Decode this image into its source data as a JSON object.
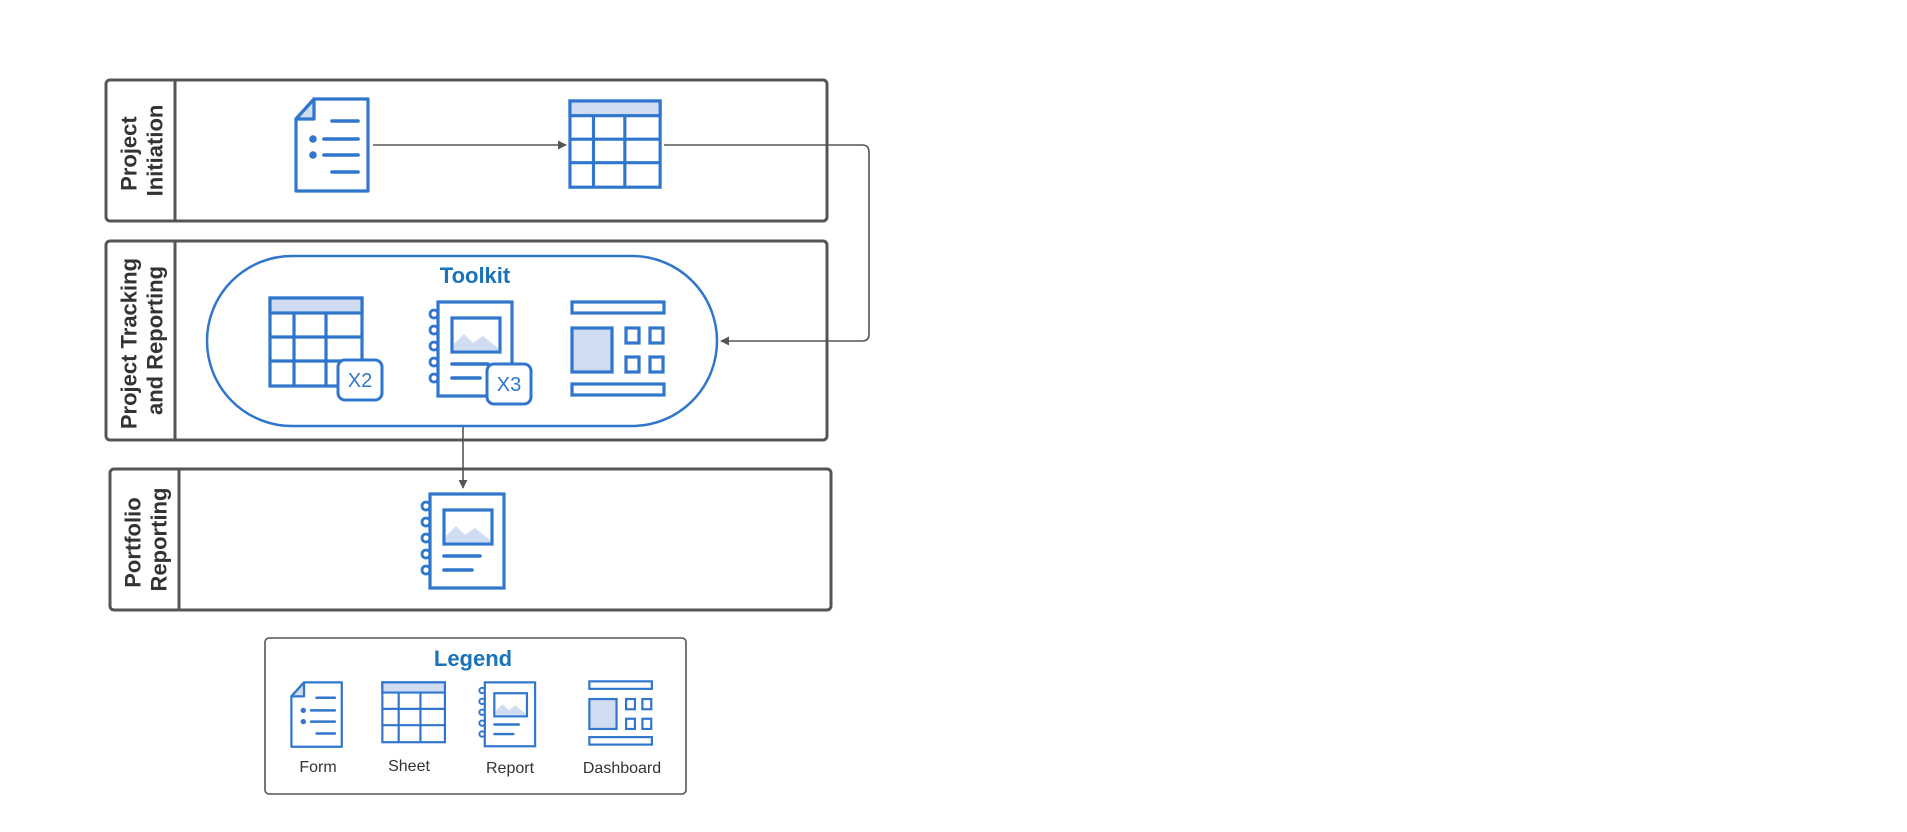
{
  "lanes": {
    "initiation": {
      "line1": "Project",
      "line2": "Initiation"
    },
    "tracking": {
      "line1": "Project Tracking",
      "line2": "and Reporting"
    },
    "portfolio": {
      "line1": "Portfolio",
      "line2": "Reporting"
    }
  },
  "toolkit": {
    "title": "Toolkit",
    "sheet_multiplier": "X2",
    "report_multiplier": "X3"
  },
  "legend": {
    "title": "Legend",
    "items": [
      {
        "label": "Form",
        "icon": "form-icon"
      },
      {
        "label": "Sheet",
        "icon": "sheet-icon"
      },
      {
        "label": "Report",
        "icon": "report-icon"
      },
      {
        "label": "Dashboard",
        "icon": "dashboard-icon"
      }
    ]
  },
  "colors": {
    "icon_stroke": "#2f76cc",
    "icon_fill": "#cfdcf2",
    "lane_border": "#555555",
    "title_blue": "#1a73b8",
    "connector": "#555555"
  }
}
